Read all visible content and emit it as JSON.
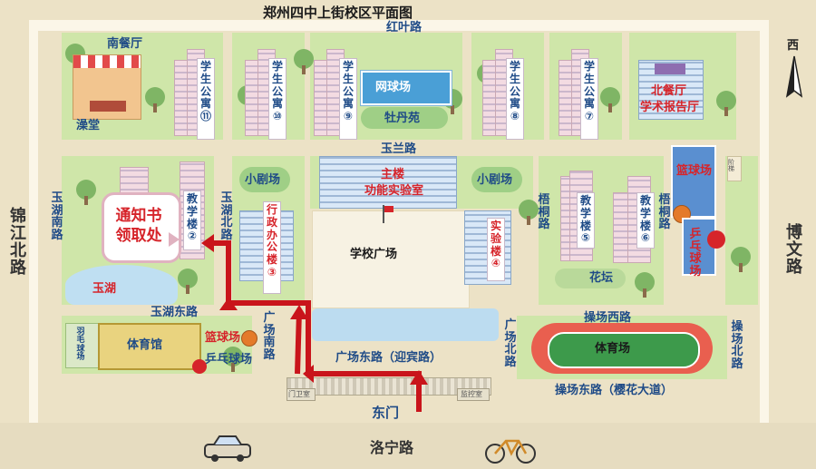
{
  "map": {
    "title": "郑州四中上街校区平面图",
    "compass": "西",
    "roads": {
      "hongye": "红叶路",
      "yulan": "玉兰路",
      "jinjiang_north": "锦江北路",
      "bowen": "博文路",
      "luoning": "洛宁路",
      "yuhu_south": "玉湖南路",
      "yuhu_north": "玉湖北路",
      "yuhu_east": "玉湖东路",
      "wutong": "梧桐路",
      "plaza_south": "广场南路",
      "plaza_east": "广场东路（迎宾路）",
      "plaza_north": "广场北路",
      "playground_west": "操场西路",
      "playground_north": "操场北路",
      "playground_east": "操场东路（樱花大道）"
    },
    "buildings": {
      "south_canteen": "南餐厅",
      "bathhouse": "澡堂",
      "dorm11": "学生公寓⑪",
      "dorm10": "学生公寓⑩",
      "dorm9": "学生公寓⑨",
      "dorm8": "学生公寓⑧",
      "dorm7": "学生公寓⑦",
      "tennis": "网球场",
      "peony": "牡丹苑",
      "north_canteen": "北餐厅",
      "lecture_hall": "学术报告厅",
      "basketball_right": "篮球场",
      "pingpong_right": "乒乓球场",
      "small_theater_left": "小剧场",
      "small_theater_right": "小剧场",
      "main_bldg": "主楼",
      "function_lab": "功能实验室",
      "teach2": "教学楼②",
      "admin": "行政办公楼③",
      "plaza": "学校广场",
      "lab4": "实验楼④",
      "teach5": "教学楼⑤",
      "teach6": "教学楼⑥",
      "flower_bed": "花坛",
      "yuhu": "玉湖",
      "badminton": "羽毛球场",
      "gym": "体育馆",
      "basketball_left": "篮球场",
      "pingpong_left": "乒乓球场",
      "stadium": "体育场",
      "guard_room": "门卫室",
      "monitor_room": "监控室",
      "east_gate": "东门",
      "stairs": "阶梯"
    },
    "callout": "通知书领取处",
    "colors": {
      "route": "#c9141b",
      "label": "#1f4b87",
      "grass": "#cfe6a9",
      "road": "#fbf6e8",
      "bg": "#ece2c6"
    }
  }
}
